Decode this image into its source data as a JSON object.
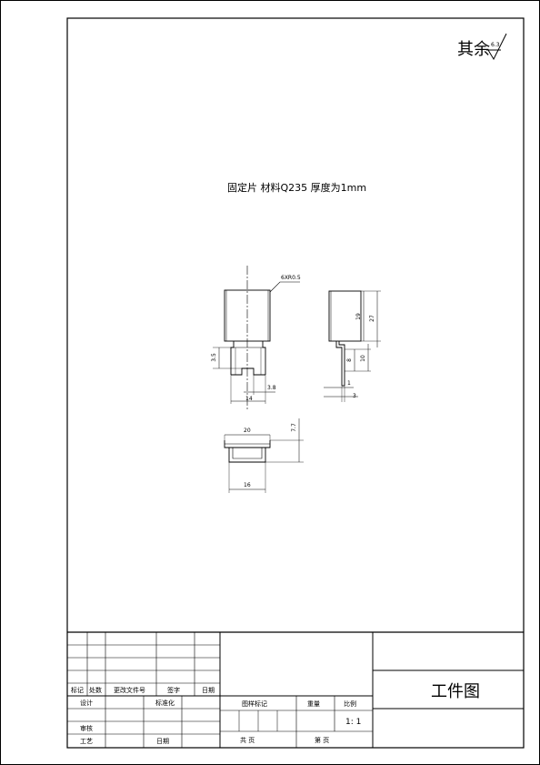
{
  "drawing": {
    "surface_finish": {
      "prefix": "其余",
      "value": "6.3"
    },
    "note": "固定片  材料Q235  厚度为1mm",
    "views": {
      "front": {
        "radius_label": "6XR0.5",
        "dims": {
          "step_height": "3.5",
          "slot_width": "3.8",
          "bottom_width": "14"
        }
      },
      "side": {
        "dims": {
          "upper": "19",
          "overall": "27",
          "lower": "8",
          "lower_total": "10",
          "thickness": "1",
          "offset": "3"
        }
      },
      "top": {
        "dims": {
          "top_width": "20",
          "bottom_width": "16",
          "height": "7.7"
        }
      }
    }
  },
  "title_block": {
    "drawing_name": "工件图",
    "headers": {
      "mark": "标记",
      "count": "处数",
      "change_doc": "更改文件号",
      "signature": "签字",
      "date": "日期",
      "designer": "设计",
      "standardization": "标准化",
      "checker": "审核",
      "process": "工艺",
      "date2": "日期",
      "stage_mark": "图样标记",
      "weight": "重量",
      "scale": "比例",
      "total_sheets": "共    页",
      "sheet_no": "第    页"
    },
    "scale_value": "1: 1"
  }
}
